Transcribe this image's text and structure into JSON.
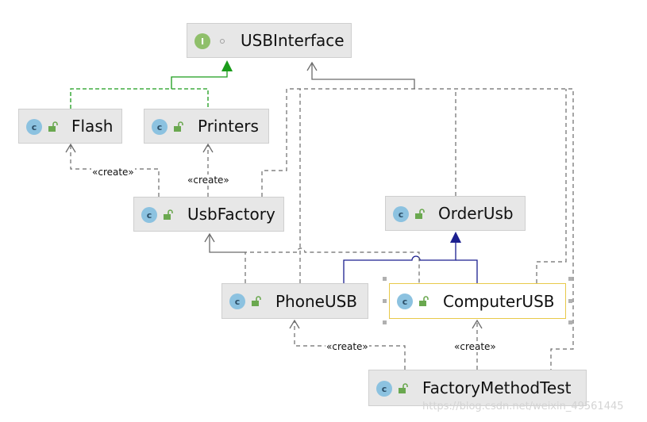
{
  "nodes": {
    "usb_interface": {
      "label": "USBInterface",
      "kind": "I"
    },
    "flash": {
      "label": "Flash",
      "kind": "C"
    },
    "printers": {
      "label": "Printers",
      "kind": "C"
    },
    "usb_factory": {
      "label": "UsbFactory",
      "kind": "C"
    },
    "order_usb": {
      "label": "OrderUsb",
      "kind": "C"
    },
    "phone_usb": {
      "label": "PhoneUSB",
      "kind": "C"
    },
    "computer_usb": {
      "label": "ComputerUSB",
      "kind": "C"
    },
    "factory_method_test": {
      "label": "FactoryMethodTest",
      "kind": "C"
    }
  },
  "stereotypes": {
    "create_flash": "«create»",
    "create_printers": "«create»",
    "create_phone": "«create»",
    "create_computer": "«create»"
  },
  "colors": {
    "node_bg": "#e7e7e7",
    "implements_line": "#1a9c1a",
    "extends_line": "#1b1f8f",
    "dependency_line": "#6b6b6b",
    "selection_border": "#e8c94a"
  },
  "watermark": "https://blog.csdn.net/weixin_49561445"
}
